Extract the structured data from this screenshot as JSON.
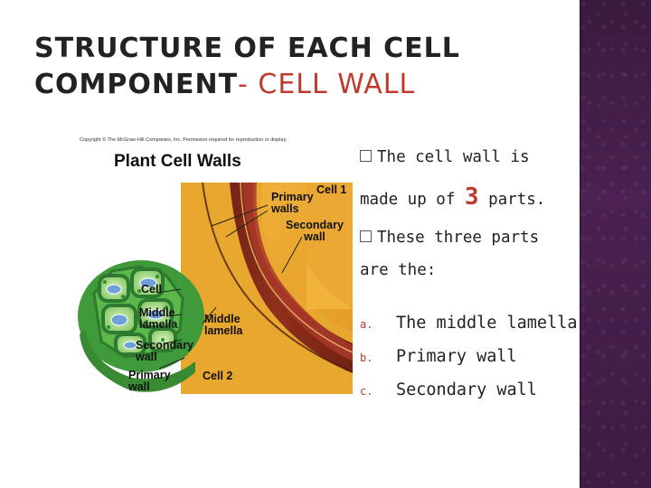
{
  "slide": {
    "title_line1": "STRUCTURE OF EACH CELL",
    "title_line2": "COMPONENT",
    "title_accent": "- CELL WALL"
  },
  "figure": {
    "credit": "Copyright © The McGraw-Hill Companies, Inc. Permission required for reproduction or display.",
    "title": "Plant Cell Walls",
    "labels": {
      "primary_walls": "Primary\nwalls",
      "cell1": "Cell 1",
      "secondary_wall": "Secondary\nwall",
      "cell": "Cell",
      "middle_lamella_left": "Middle\nlamella",
      "middle_lamella_center": "Middle\nlamella",
      "secondary_wall_left": "Secondary\nwall",
      "primary_wall_left": "Primary\nwall",
      "cell2": "Cell 2"
    }
  },
  "bullets": [
    {
      "text_a": "The cell wall is",
      "text_b": "made up of ",
      "emphasis": "3",
      "text_c": " parts."
    },
    {
      "text_a": "These three parts",
      "text_b": "are the:"
    }
  ],
  "list": [
    {
      "marker": "a.",
      "text": "The middle lamella"
    },
    {
      "marker": "b.",
      "text": "Primary wall"
    },
    {
      "marker": "c.",
      "text": "Secondary wall"
    }
  ],
  "colors": {
    "accent": "#c0392b",
    "sidebar": "#4a2150"
  }
}
